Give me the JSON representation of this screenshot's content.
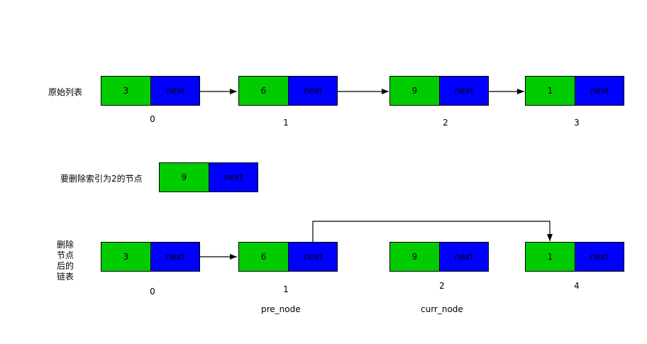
{
  "rows": {
    "original": {
      "title": "原始列表",
      "nodes": [
        {
          "value": "3",
          "next": "next",
          "index": "0"
        },
        {
          "value": "6",
          "next": "next",
          "index": "1"
        },
        {
          "value": "9",
          "next": "next",
          "index": "2"
        },
        {
          "value": "1",
          "next": "next",
          "index": "3"
        }
      ]
    },
    "delete": {
      "title": "要删除索引为2的节点",
      "node": {
        "value": "9",
        "next": "next"
      }
    },
    "after": {
      "title_lines": [
        "删除",
        "节点",
        "后的",
        "链表"
      ],
      "nodes": [
        {
          "value": "3",
          "next": "next",
          "index": "0"
        },
        {
          "value": "6",
          "next": "next",
          "index": "1"
        },
        {
          "value": "9",
          "next": "next",
          "index": "2"
        },
        {
          "value": "1",
          "next": "next",
          "index": "4"
        }
      ],
      "pre_label": "pre_node",
      "curr_label": "curr_node"
    }
  },
  "colors": {
    "value_fill": "#00cc00",
    "next_fill": "#0000ff",
    "line": "#000000"
  }
}
